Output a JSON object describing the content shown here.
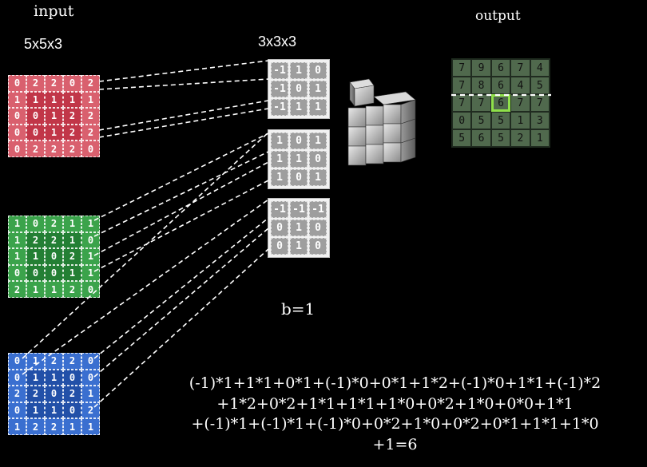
{
  "labels": {
    "input": "input",
    "input_dims": "5x5x3",
    "kernel_dims": "3x3x3",
    "output": "output",
    "bias": "b=1"
  },
  "inputs": [
    {
      "color": "red",
      "rows": [
        [
          "0",
          "2",
          "2",
          "0",
          "2"
        ],
        [
          "1",
          "1",
          "1",
          "1",
          "1"
        ],
        [
          "0",
          "0",
          "1",
          "2",
          "2"
        ],
        [
          "0",
          "0",
          "1",
          "2",
          "2"
        ],
        [
          "0",
          "2",
          "2",
          "2",
          "0"
        ]
      ]
    },
    {
      "color": "green",
      "rows": [
        [
          "1",
          "0",
          "2",
          "1",
          "1"
        ],
        [
          "1",
          "2",
          "2",
          "1",
          "0"
        ],
        [
          "1",
          "1",
          "0",
          "2",
          "1"
        ],
        [
          "0",
          "0",
          "0",
          "1",
          "1"
        ],
        [
          "2",
          "1",
          "1",
          "2",
          "0"
        ]
      ]
    },
    {
      "color": "blue",
      "rows": [
        [
          "0",
          "1",
          "2",
          "2",
          "0"
        ],
        [
          "0",
          "1",
          "1",
          "0",
          "0"
        ],
        [
          "2",
          "2",
          "0",
          "2",
          "1"
        ],
        [
          "0",
          "1",
          "1",
          "0",
          "2"
        ],
        [
          "1",
          "2",
          "2",
          "1",
          "1"
        ]
      ]
    }
  ],
  "kernels": [
    {
      "rows": [
        [
          "-1",
          "1",
          "0"
        ],
        [
          "-1",
          "0",
          "1"
        ],
        [
          "-1",
          "1",
          "1"
        ]
      ]
    },
    {
      "rows": [
        [
          "1",
          "0",
          "1"
        ],
        [
          "1",
          "1",
          "0"
        ],
        [
          "1",
          "0",
          "1"
        ]
      ]
    },
    {
      "rows": [
        [
          "-1",
          "-1",
          "-1"
        ],
        [
          "0",
          "1",
          "0"
        ],
        [
          "0",
          "1",
          "0"
        ]
      ]
    }
  ],
  "output": {
    "rows": [
      [
        "7",
        "9",
        "6",
        "7",
        "4"
      ],
      [
        "7",
        "8",
        "6",
        "4",
        "5"
      ],
      [
        "7",
        "7",
        "6",
        "7",
        "7"
      ],
      [
        "0",
        "5",
        "5",
        "1",
        "3"
      ],
      [
        "5",
        "6",
        "5",
        "2",
        "1"
      ]
    ],
    "highlight": [
      2,
      2
    ],
    "highlight_color": "#8fe04a"
  },
  "calculation": [
    "(-1)*1+1*1+0*1+(-1)*0+0*1+1*2+(-1)*0+1*1+(-1)*2",
    "+1*2+0*2+1*1+1*1+1*0+0*2+1*0+0*0+1*1",
    "+(-1)*1+(-1)*1+(-1)*0+0*2+1*0+0*2+0*1+1*1+1*0",
    "+1=6"
  ]
}
